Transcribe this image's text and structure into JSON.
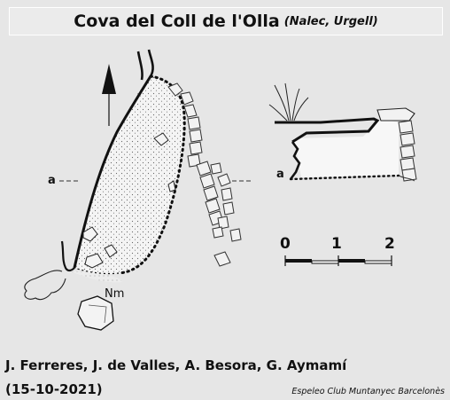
{
  "title": {
    "main": "Cova del Coll de l'Olla",
    "location": "(Nalec, Urgell)"
  },
  "plan": {
    "section_marker": "a",
    "north_label": "Nm"
  },
  "profile": {
    "section_marker": "a"
  },
  "scale": {
    "labels": [
      "0",
      "1",
      "2"
    ]
  },
  "footer": {
    "authors": "J. Ferreres, J. de Valles, A. Besora, G. Aymamí",
    "date": "(15-10-2021)",
    "club": "Espeleo Club Muntanyec Barcelonès"
  }
}
